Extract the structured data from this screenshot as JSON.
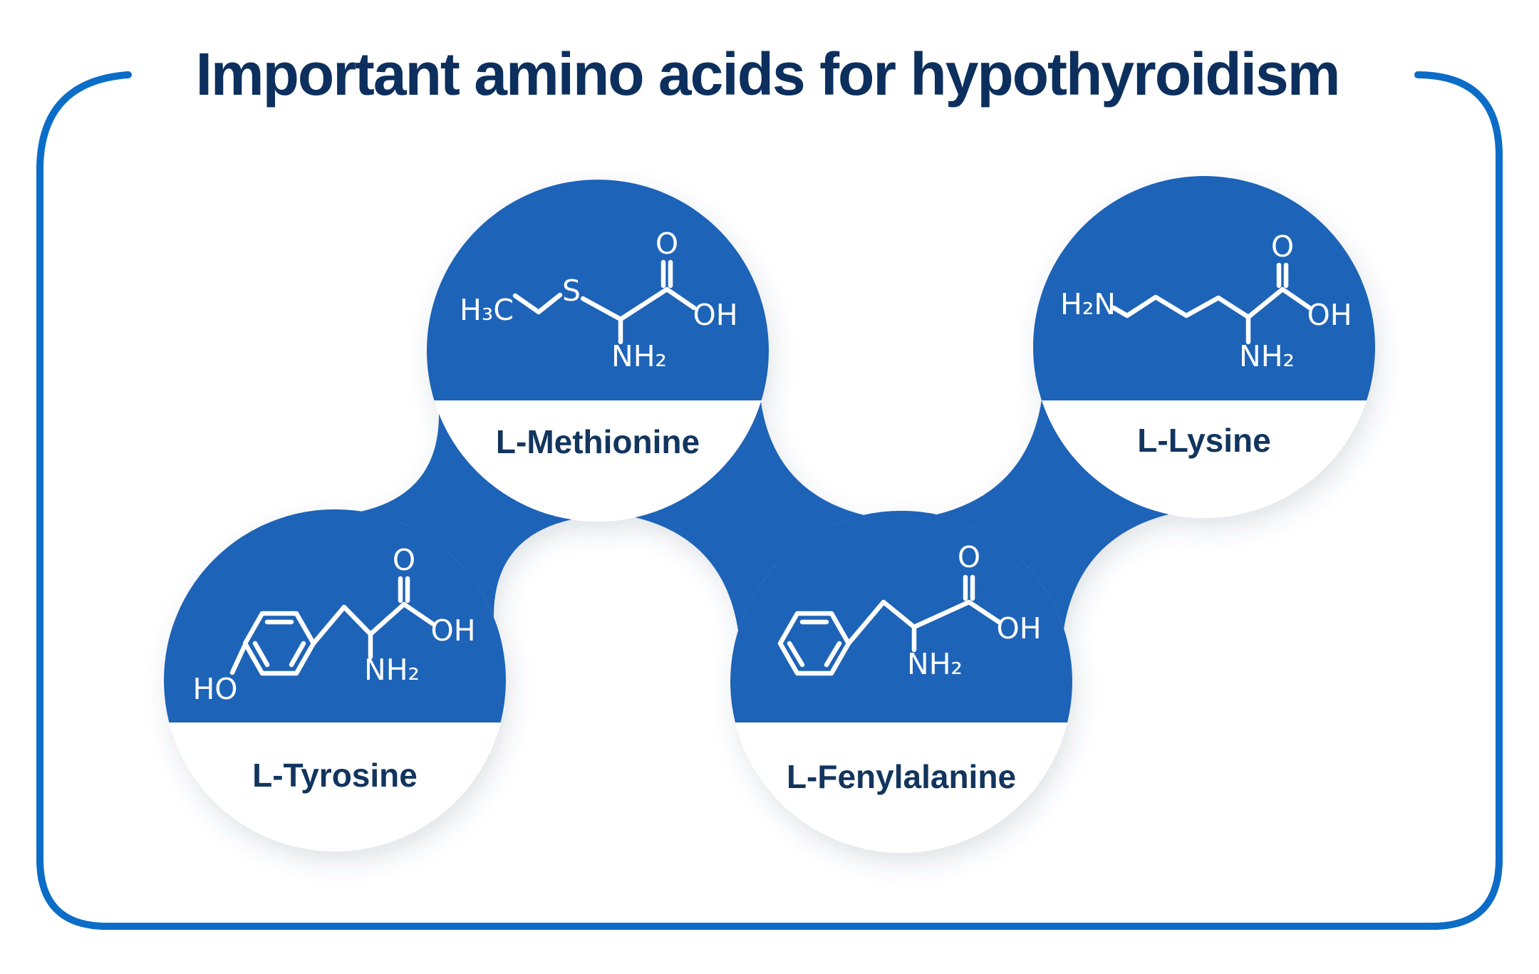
{
  "title": "Important amino acids for hypothyroidism",
  "colors": {
    "frame_blue": "#0b6dc7",
    "circle_blue": "#1d63b8",
    "heading_navy": "#0c2f5e",
    "label_navy": "#12355e",
    "structure_white": "#ffffff"
  },
  "molecules": [
    {
      "name": "L-Methionine",
      "atoms": {
        "methyl": "H₃C",
        "sulfur": "S",
        "carbonyl_oxygen": "O",
        "hydroxyl": "OH",
        "amine": "NH₂"
      }
    },
    {
      "name": "L-Lysine",
      "atoms": {
        "terminal_amine": "H₂N",
        "carbonyl_oxygen": "O",
        "hydroxyl": "OH",
        "amine": "NH₂"
      }
    },
    {
      "name": "L-Tyrosine",
      "atoms": {
        "ring_hydroxyl": "HO",
        "carbonyl_oxygen": "O",
        "hydroxyl": "OH",
        "amine": "NH₂"
      }
    },
    {
      "name": "L-Fenylalanine",
      "atoms": {
        "carbonyl_oxygen": "O",
        "hydroxyl": "OH",
        "amine": "NH₂"
      }
    }
  ]
}
